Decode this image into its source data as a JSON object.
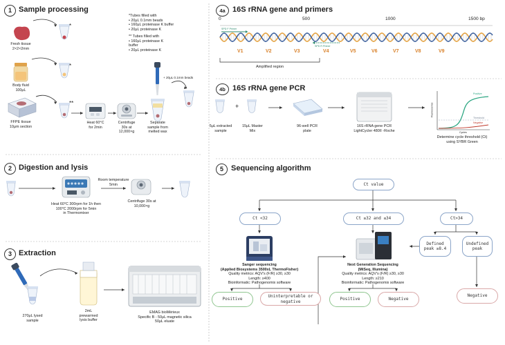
{
  "sections": {
    "s1": {
      "num": "1",
      "title": "Sample processing"
    },
    "s2": {
      "num": "2",
      "title": "Digestion and lysis"
    },
    "s3": {
      "num": "3",
      "title": "Extraction"
    },
    "s4a": {
      "num": "4a",
      "title": "16S rRNA gene and primers"
    },
    "s4b": {
      "num": "4b",
      "title": "16S rRNA gene PCR"
    },
    "s5": {
      "num": "5",
      "title": "Sequencing algorithm"
    }
  },
  "s1": {
    "fresh": [
      "Fresh tissue",
      "2×2×2mm"
    ],
    "fluid": [
      "Body fluid",
      "100μL"
    ],
    "ffpe": [
      "FFPE tissue",
      "10μm section"
    ],
    "star1": "*",
    "star2": "*",
    "star3": "**",
    "note1": [
      "*Tubes filled with",
      "• 20μL 0.1mm beads",
      "• 160μL proteinase K buffer",
      "• 20μL proteinase K"
    ],
    "note2": [
      "** Tubes filled with",
      "• 160μL proteinase K",
      "buffer",
      "• 20μL proteinase K"
    ],
    "heat": [
      "Heat 60°C",
      "for 2min"
    ],
    "centrifuge": [
      "Centrifuge",
      "30s at",
      "12,000×g"
    ],
    "separate": [
      "Separate",
      "sample from",
      "melted wax"
    ],
    "beads": "+ 20μL 0.1mm beads"
  },
  "s2": {
    "heat": [
      "Heat 60°C 300rpm for 1h then",
      "100°C 2000rpm for 5min",
      "in Thermomixer"
    ],
    "room": [
      "Room temperature",
      "5min"
    ],
    "centrifuge": [
      "Centrifuge 30s at",
      "10,000×g"
    ]
  },
  "s3": {
    "lysed": [
      "270μL lysed",
      "sample"
    ],
    "buffer": [
      "2mL",
      "prewarmed",
      "lysis buffer"
    ],
    "emag": [
      "EMAG bioMérieux",
      "Specific B - 50μL magnetic silica",
      "50μL eluate"
    ]
  },
  "s4a": {
    "scale": [
      "0",
      "500",
      "1000",
      "1500 bp"
    ],
    "fwd": "SPD F Primer",
    "rev": "SPD R Primer",
    "regions": [
      "V1",
      "V2",
      "V3",
      "V4",
      "V5",
      "V6",
      "V7",
      "V8",
      "V9"
    ],
    "amplified": "Amplified region"
  },
  "s4b": {
    "sample": [
      "5μL extracted",
      "sample"
    ],
    "plus": "+",
    "master": [
      "15μL Master",
      "Mix"
    ],
    "plate": [
      "96-well PCR",
      "plate"
    ],
    "pcr": [
      "16S rRNA gene PCR",
      "LightCycler 480II -Roche"
    ],
    "ct": [
      "Determine cycle threshold (Ct)",
      "using SYBR Green"
    ],
    "graph": {
      "positive": "Positive",
      "threshold": "Threshold",
      "negative": "Negative",
      "xlabel": "Cycles",
      "ylabel": "Fluorescence"
    }
  },
  "s5": {
    "ct_value": "Ct value",
    "lt32": "Ct <32",
    "mid": "Ct ≥32 and ≤34",
    "gt34": "Ct>34",
    "defined": [
      "Defined",
      "peak ≥8.4"
    ],
    "undefined": [
      "Undefined",
      "peak"
    ],
    "sanger": [
      "Sanger sequencing",
      "(Applied Biosystems 3500xL ThermoFisher)",
      "Quality metrics: AQV's (F/R) ≥30, ≥30",
      "Length: ≥400",
      "Bioinformatic: Pathogenomix software"
    ],
    "ngs": [
      "Next Generation Sequencing",
      "(MiSeq, Illumina)",
      "Quality metrics: AQV's (F/R) ≥30, ≥30",
      "Length: ≥210",
      "Bioinformatic: Pathogenomix software"
    ],
    "positive1": "Positive",
    "uninterp": [
      "Uninterpretable or",
      "negative"
    ],
    "positive2": "Positive",
    "negative1": "Negative",
    "negative2": "Negative"
  },
  "colors": {
    "helix_orange": "#e8a13a",
    "helix_blue": "#3a5f9e",
    "region_text": "#d9822b",
    "primer_green": "#2e8b6e",
    "curve_green": "#2aa580",
    "curve_red": "#c0392b"
  }
}
